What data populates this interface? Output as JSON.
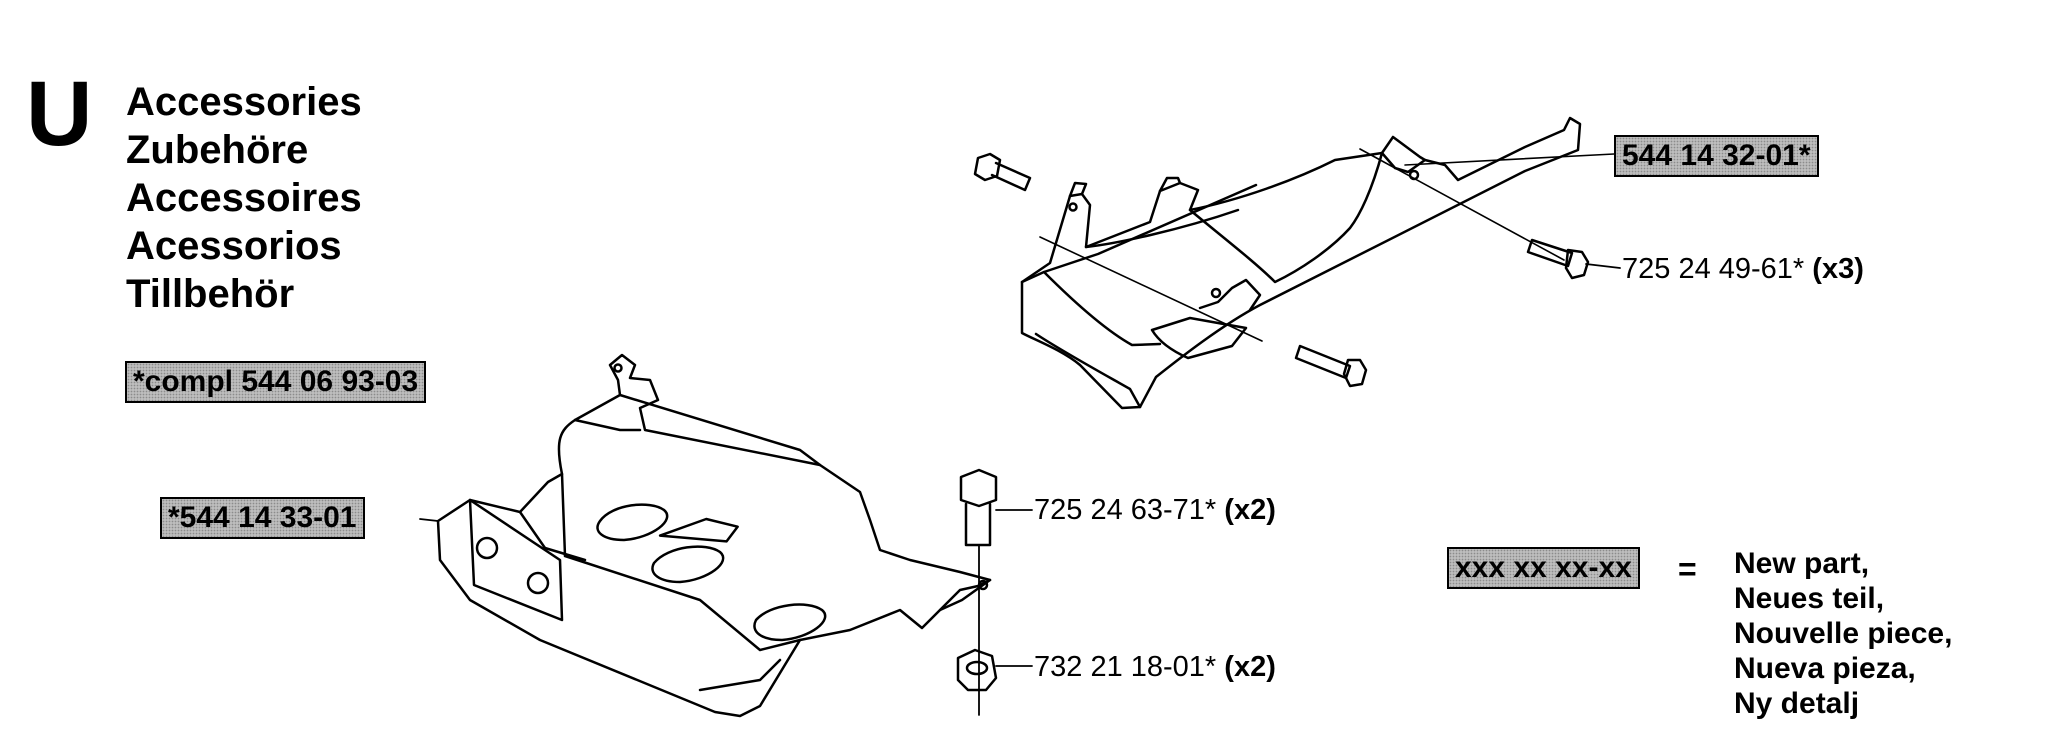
{
  "header": {
    "section_letter": "U",
    "titles": [
      "Accessories",
      "Zubehöre",
      "Accessoires",
      "Acessorios",
      "Tillbehör"
    ]
  },
  "tags": {
    "compl": "*compl 544 06 93-03",
    "lower_plate": "*544 14 33-01",
    "upper_plate": "544 14 32-01*"
  },
  "callouts": {
    "bolt_upper": {
      "number": "725 24 49-61*",
      "qty": "(x3)"
    },
    "bolt_lower": {
      "number": "725 24 63-71*",
      "qty": "(x2)"
    },
    "nut": {
      "number": "732 21 18-01*",
      "qty": "(x2)"
    }
  },
  "legend": {
    "sample": "xxx xx xx-xx",
    "equals": "=",
    "lines": [
      "New part,",
      "Neues teil,",
      "Nouvelle piece,",
      "Nueva pieza,",
      "Ny detalj"
    ]
  }
}
